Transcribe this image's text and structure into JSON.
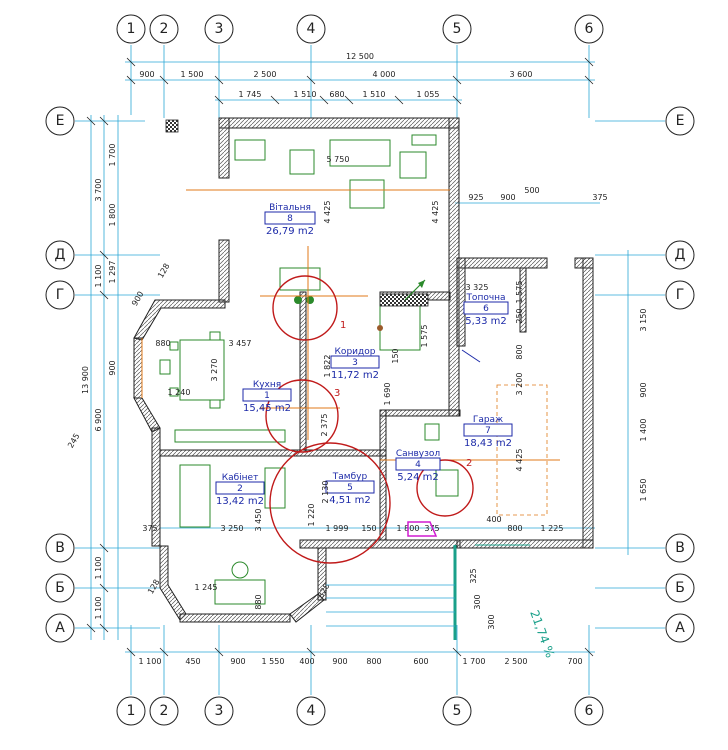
{
  "axes": {
    "vertical": [
      {
        "label": "1"
      },
      {
        "label": "2"
      },
      {
        "label": "3"
      },
      {
        "label": "4"
      },
      {
        "label": "5"
      },
      {
        "label": "6"
      }
    ],
    "horizontal": [
      {
        "label": "Е"
      },
      {
        "label": "Д"
      },
      {
        "label": "Г"
      },
      {
        "label": "В"
      },
      {
        "label": "Б"
      },
      {
        "label": "А"
      }
    ]
  },
  "dimensions": {
    "top_overall": "12 500",
    "top_row1": [
      "900",
      "1 500",
      "2 500",
      "4 000",
      "3 600"
    ],
    "top_row2": [
      "1 745",
      "1 510",
      "680",
      "1 510",
      "1 055"
    ],
    "right_top": [
      "925",
      "900",
      "500",
      "375"
    ],
    "right_vertical": [
      "3 150",
      "900",
      "1 400",
      "1 650"
    ],
    "left_overall": "13 900",
    "left_col1": [
      "3 700",
      "1 100",
      "6 900",
      "1 100",
      "1 100"
    ],
    "left_col2": [
      "1 700",
      "1 800",
      "1 297",
      "900"
    ],
    "bottom_row": [
      "1 100",
      "450",
      "900",
      "1 550",
      "400",
      "900",
      "800",
      "600",
      "1 700",
      "2 500",
      "700"
    ],
    "bottom_plan": [
      "375",
      "3 250",
      "1 999",
      "150",
      "1 800",
      "375",
      "400",
      "800",
      "1 225"
    ],
    "misc": [
      "5 750",
      "4 425",
      "4 425",
      "880",
      "3 457",
      "3 270",
      "1 240",
      "1 822",
      "1 690",
      "2 375",
      "1 220",
      "3 450",
      "1 245",
      "880",
      "1 575",
      "150",
      "800",
      "3 325",
      "250",
      "1 575",
      "3 200",
      "4 425",
      "2 130",
      "128",
      "900",
      "245",
      "128",
      "328",
      "1 800",
      "375",
      "300",
      "300",
      "325"
    ]
  },
  "rooms": [
    {
      "name": "Вітальня",
      "number": "8",
      "area": "26,79 m2"
    },
    {
      "name": "Коридор",
      "number": "3",
      "area": "11,72 m2"
    },
    {
      "name": "Кухня",
      "number": "1",
      "area": "15,45 m2"
    },
    {
      "name": "Топочна",
      "number": "6",
      "area": "5,33 m2"
    },
    {
      "name": "Гараж",
      "number": "7",
      "area": "18,43 m2"
    },
    {
      "name": "Санвузол",
      "number": "4",
      "area": "5,24 m2"
    },
    {
      "name": "Тамбур",
      "number": "5",
      "area": "4,51 m2"
    },
    {
      "name": "Кабінет",
      "number": "2",
      "area": "13,42 m2"
    }
  ],
  "markers": [
    {
      "label": "1"
    },
    {
      "label": "3"
    },
    {
      "label": "2"
    }
  ],
  "ramp": {
    "slope": "21,74 %"
  },
  "colors": {
    "axis": "#2aa7d6",
    "room_label": "#1c2aa8",
    "furniture": "#2b8a2b",
    "marker": "#c01a1a",
    "plumbing_line": "#e07a1a",
    "ramp": "#1aa08a"
  }
}
